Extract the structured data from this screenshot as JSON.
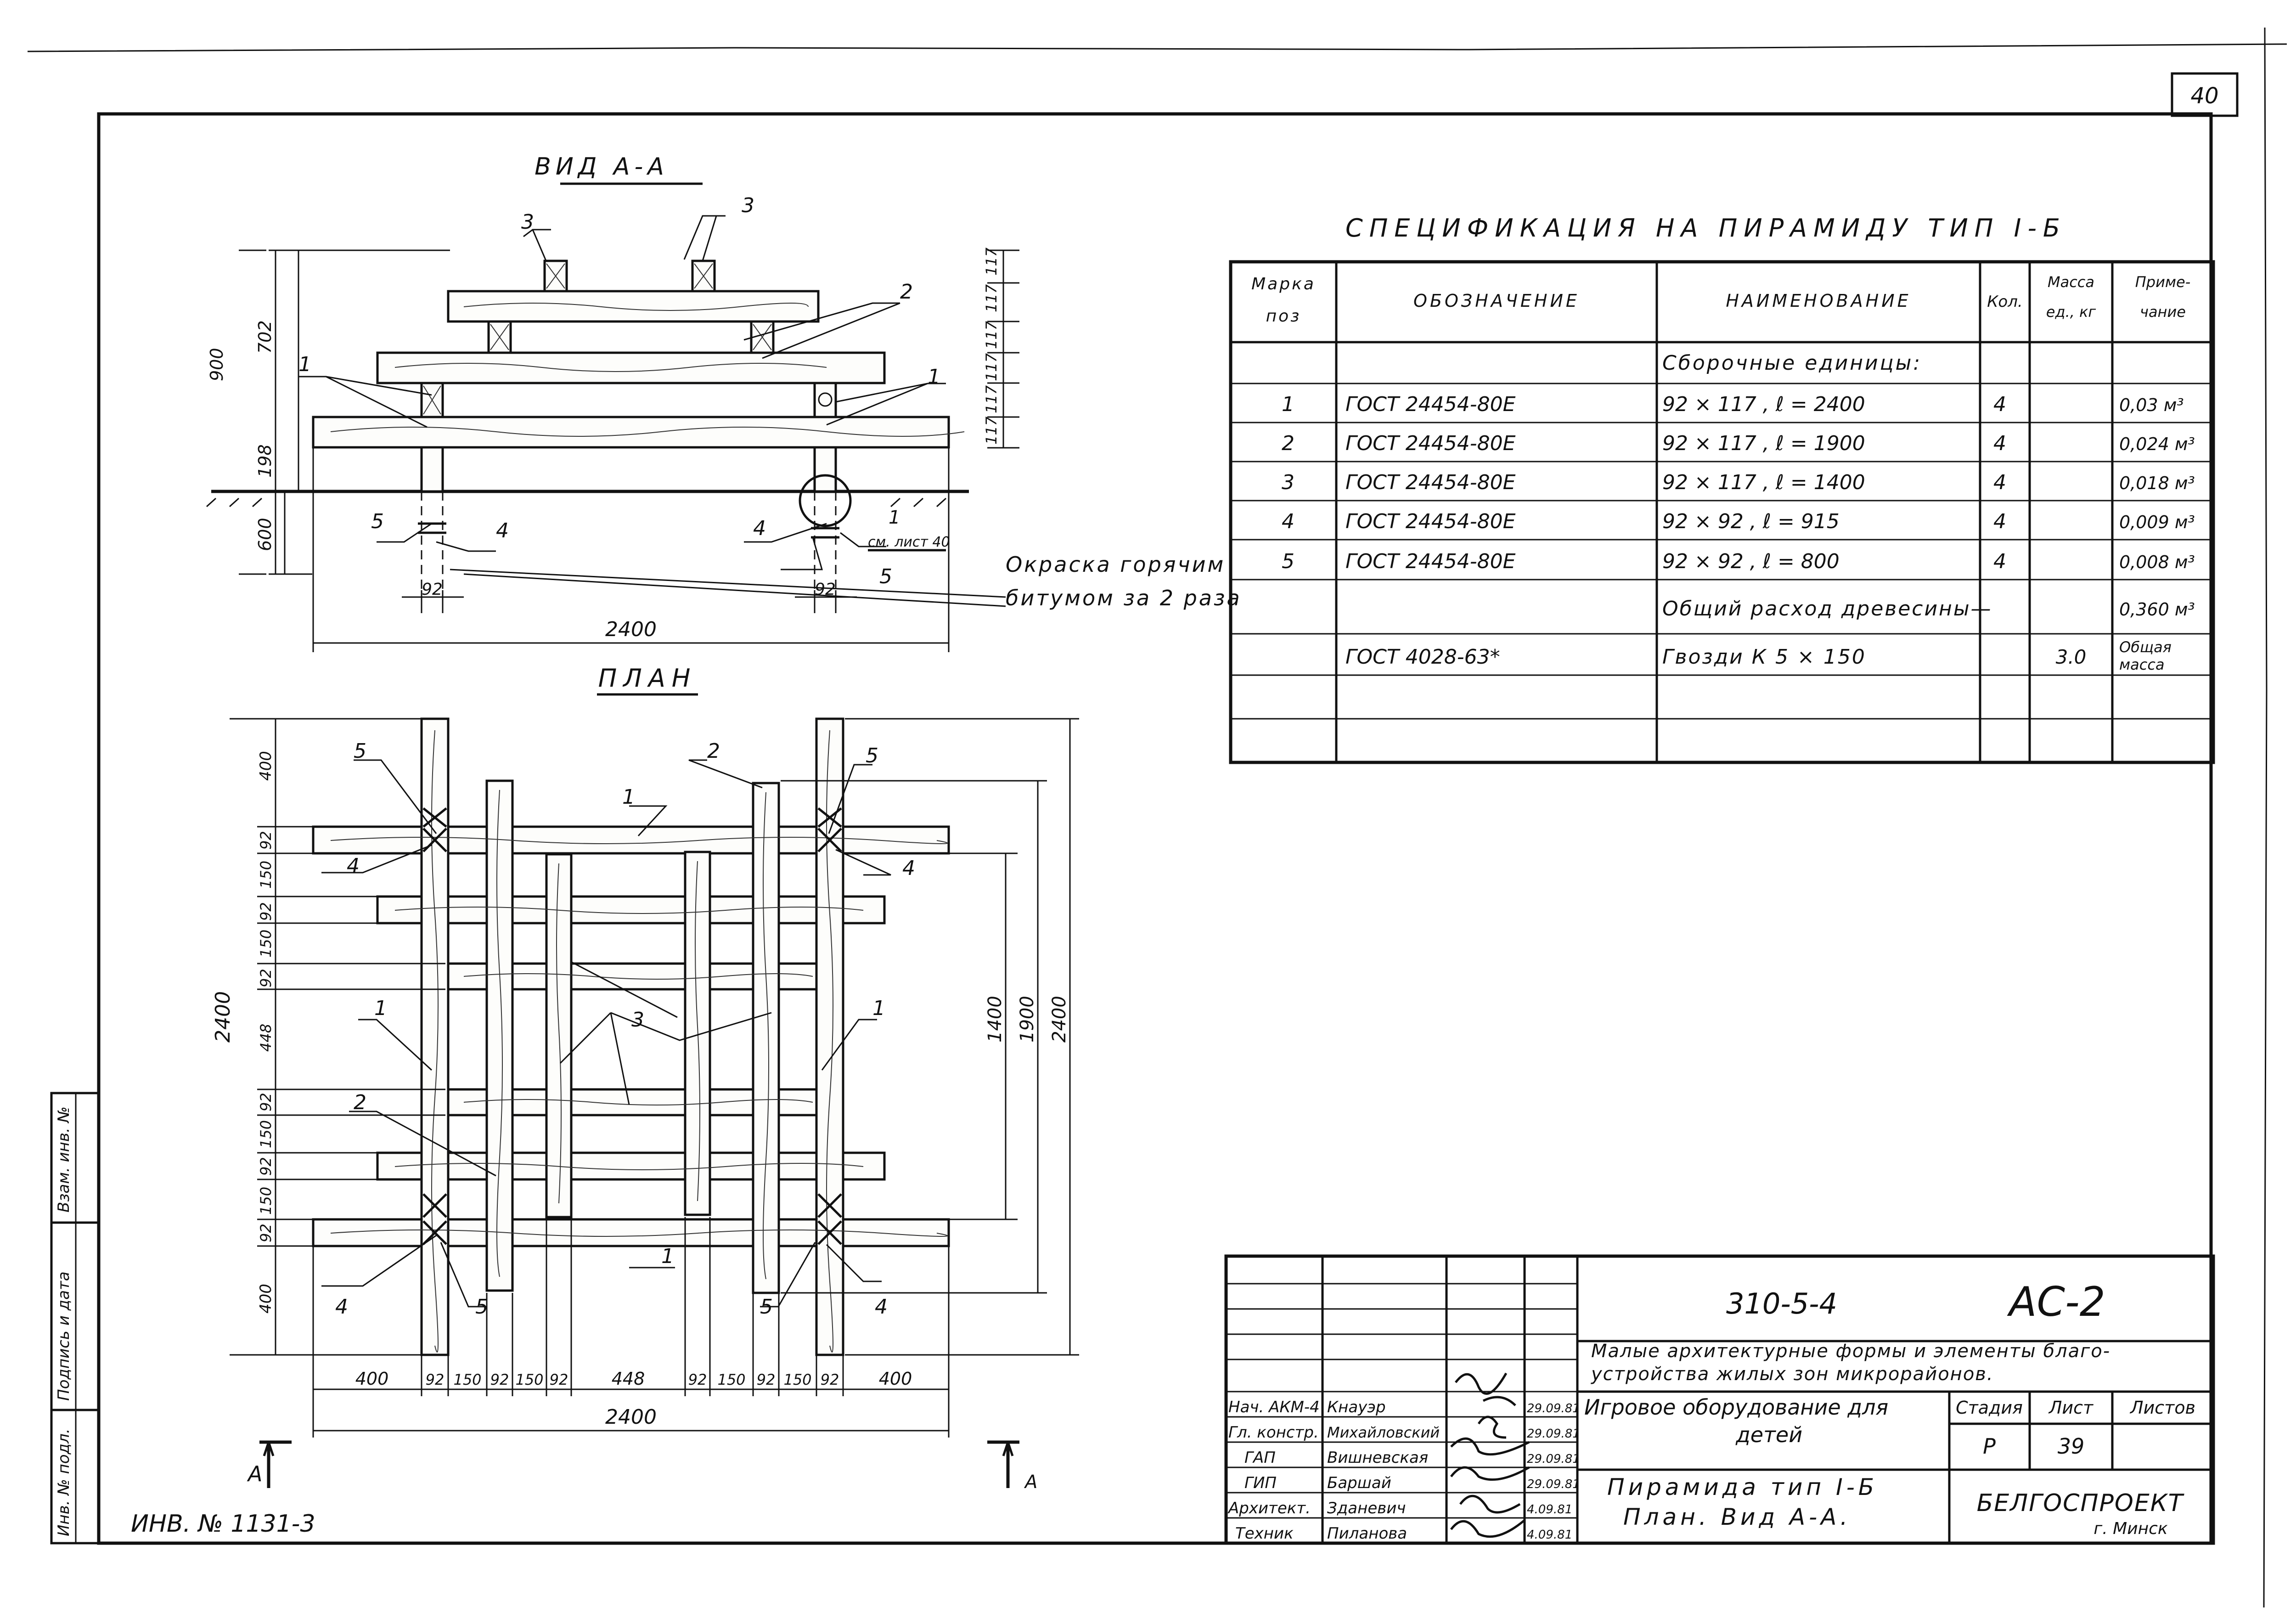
{
  "sheet_number": "40",
  "view_title": "ВИД А-А",
  "plan_title": "ПЛАН",
  "section_marker": "A",
  "section_marker_right": "A",
  "inventory": "ИНВ. № 1131-3",
  "coating_note_line1": "Окраска горячим",
  "coating_note_line2": "битумом за 2 раза",
  "see_sheet_note": "см. лист 40",
  "view_callouts": [
    "1",
    "1",
    "2",
    "3",
    "3",
    "4",
    "4",
    "5",
    "5",
    "1"
  ],
  "view_dims": {
    "overall_width": "2400",
    "post_width_left": "92",
    "post_width_right": "92",
    "height_total": "900",
    "height_702": "702",
    "height_198": "198",
    "depth_600": "600",
    "tiers": [
      "117",
      "117",
      "117",
      "117",
      "117",
      "117"
    ]
  },
  "plan_callouts": [
    "1",
    "1",
    "1",
    "1",
    "2",
    "2",
    "3",
    "4",
    "4",
    "4",
    "4",
    "5",
    "5",
    "5",
    "5"
  ],
  "plan_dims": {
    "bottom": [
      "400",
      "92",
      "150",
      "92",
      "150",
      "92",
      "448",
      "92",
      "150",
      "92",
      "150",
      "92",
      "400"
    ],
    "bottom_total": "2400",
    "left": [
      "400",
      "92",
      "150",
      "92",
      "150",
      "92",
      "448",
      "92",
      "150",
      "92",
      "150",
      "92",
      "400"
    ],
    "left_total": "2400",
    "right": [
      "1400",
      "1900",
      "2400"
    ]
  },
  "spec": {
    "title": "СПЕЦИФИКАЦИЯ НА ПИРАМИДУ ТИП I-Б",
    "headers": {
      "pos_line1": "Марка",
      "pos_line2": "поз",
      "designation": "ОБОЗНАЧЕНИЕ",
      "name": "НАИМЕНОВАНИЕ",
      "qty": "Кол.",
      "mass_line1": "Масса",
      "mass_line2": "ед., кг",
      "note_line1": "Приме-",
      "note_line2": "чание"
    },
    "section_row": "Сборочные единицы:",
    "rows": [
      {
        "pos": "1",
        "designation": "ГОСТ 24454-80Е",
        "name": "92 × 117 , ℓ = 2400",
        "qty": "4",
        "mass": "",
        "note": "0,03 м³"
      },
      {
        "pos": "2",
        "designation": "ГОСТ 24454-80Е",
        "name": "92 × 117 , ℓ = 1900",
        "qty": "4",
        "mass": "",
        "note": "0,024 м³"
      },
      {
        "pos": "3",
        "designation": "ГОСТ 24454-80Е",
        "name": "92 × 117 , ℓ = 1400",
        "qty": "4",
        "mass": "",
        "note": "0,018 м³"
      },
      {
        "pos": "4",
        "designation": "ГОСТ 24454-80Е",
        "name": "92 × 92 , ℓ = 915",
        "qty": "4",
        "mass": "",
        "note": "0,009 м³"
      },
      {
        "pos": "5",
        "designation": "ГОСТ 24454-80Е",
        "name": "92 × 92 , ℓ = 800",
        "qty": "4",
        "mass": "",
        "note": "0,008 м³"
      }
    ],
    "total_row": {
      "name": "Общий расход древесины—",
      "note": "0,360 м³"
    },
    "nails_row": {
      "designation": "ГОСТ 4028-63*",
      "name": "Гвозди К 5 × 150",
      "mass": "3.0",
      "note_line1": "Общая",
      "note_line2": "масса"
    }
  },
  "title_block": {
    "doc_code": "310-5-4",
    "sheet_code": "АС-2",
    "project_line1": "Малые архитектурные формы и элементы благо-",
    "project_line2": "устройства жилых зон микрорайонов.",
    "object_line1": "Игровое оборудование для",
    "object_line2": "детей",
    "drawing_line1": "Пирамида тип I-Б",
    "drawing_line2": "План. Вид А-А.",
    "stage_label": "Стадия",
    "sheet_label": "Лист",
    "sheets_label": "Листов",
    "stage": "Р",
    "sheet": "39",
    "org": "БЕЛГОСПРОЕКТ",
    "city": "г. Минск",
    "people": [
      {
        "role": "Нач. АКМ-4",
        "name": "Кнауэр",
        "date": "29.09.81"
      },
      {
        "role": "Гл. констр.",
        "name": "Михайловский",
        "date": "29.09.81"
      },
      {
        "role": "ГАП",
        "name": "Вишневская",
        "date": "29.09.81"
      },
      {
        "role": "ГИП",
        "name": "Баршай",
        "date": "29.09.81"
      },
      {
        "role": "Архитект.",
        "name": "Зданевич",
        "date": "4.09.81"
      },
      {
        "role": "Техник",
        "name": "Пиланова",
        "date": "4.09.81"
      }
    ]
  },
  "margin_stamp": [
    "Взам. инв. №",
    "Подпись и дата",
    "Инв. № подл."
  ]
}
